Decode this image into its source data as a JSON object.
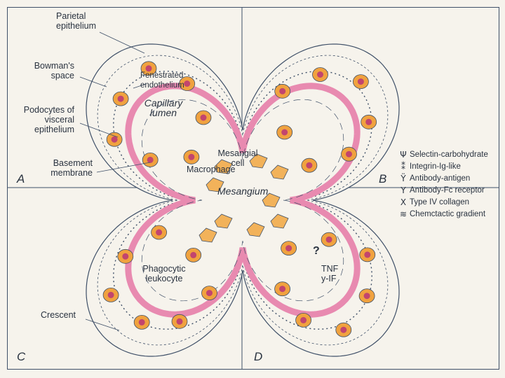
{
  "labels": {
    "parietal_epithelium": "Parietal\nepithelium",
    "bowmans_space": "Bowman's\nspace",
    "podocytes": "Podocytes of\nvisceral\nepithelium",
    "basement_membrane": "Basement\nmembrane",
    "fenestrated_endothelium": "Fenestrated\nendothelium",
    "capillary_lumen": "Capillary\nlumen",
    "mesangial_cell": "Mesangial\ncell",
    "macrophage": "Macrophage",
    "mesangium": "Mesangium",
    "phagocytic_leukocyte": "Phagocytic\nleukocyte",
    "crescent": "Crescent",
    "question": "?",
    "tnf": "TNF\ny-IF"
  },
  "panels": {
    "a": "A",
    "b": "B",
    "c": "C",
    "d": "D"
  },
  "legend": [
    {
      "icon": "selectin-icon",
      "symbol": "Ψ",
      "label": "Selectin-carbohydrate"
    },
    {
      "icon": "integrin-icon",
      "symbol": "⁑",
      "label": "Integrin-Ig-like"
    },
    {
      "icon": "antibody-antigen-icon",
      "symbol": "Ÿ",
      "label": "Antibody-antigen"
    },
    {
      "icon": "antibody-fc-icon",
      "symbol": "Y",
      "label": "Antibody-Fc receptor"
    },
    {
      "icon": "collagen-icon",
      "symbol": "X",
      "label": "Type IV collagen"
    },
    {
      "icon": "chemotactic-icon",
      "symbol": "≋",
      "label": "Chemctactic gradient"
    }
  ],
  "colors": {
    "background": "#f6f3ec",
    "basement_membrane": "#e88ab0",
    "cell_fill": "#f0a23f",
    "nucleus": "#c2456e",
    "line": "#3f5068"
  }
}
